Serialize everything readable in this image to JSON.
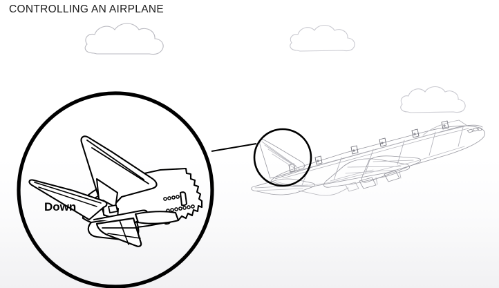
{
  "slide": {
    "title": "CONTROLLING AN AIRPLANE",
    "background_color": "#ffffff",
    "title_color": "#1b1b1b"
  },
  "annotations": {
    "down_label": "Down",
    "down_label_color": "#000000"
  },
  "diagram": {
    "subject": "airplane-elevator-control",
    "line_color": "#9a9aa2",
    "outline_color": "#000000",
    "magnifier_stroke_color": "#000000",
    "cloud_stroke_color": "#b9b9c0",
    "elements": [
      {
        "name": "main-airplane",
        "label": "Boeing 747 line drawing"
      },
      {
        "name": "magnifier-small-circle",
        "label": "Tail region selector"
      },
      {
        "name": "magnifier-large-circle",
        "label": "Magnified tail with elevator deflected down"
      },
      {
        "name": "magnifier-connector-line",
        "label": "Leader line"
      },
      {
        "name": "cloud-1",
        "label": "Cloud"
      },
      {
        "name": "cloud-2",
        "label": "Cloud"
      },
      {
        "name": "cloud-3",
        "label": "Cloud"
      }
    ]
  }
}
